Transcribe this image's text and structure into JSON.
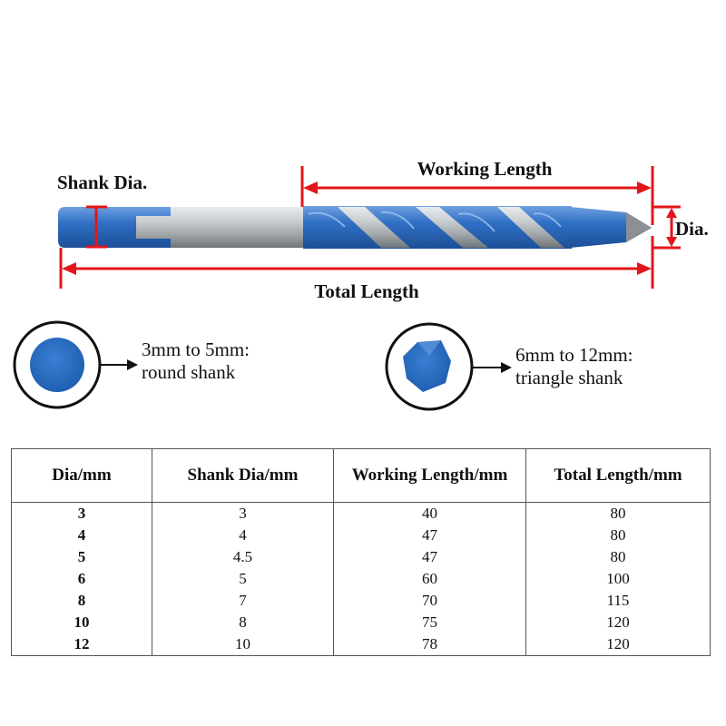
{
  "colors": {
    "dimension_lines": "#e3161b",
    "bit_blue": "#2f6fc4",
    "shank_silver": "#b9bdc0",
    "ring_outline": "#111111"
  },
  "drill": {
    "shank_dia_label": "Shank Dia.",
    "working_length_label": "Working Length",
    "dia_label": "Dia.",
    "total_length_label": "Total Length"
  },
  "shanks": {
    "round": {
      "line1": "3mm to 5mm:",
      "line2": "round shank"
    },
    "triangle": {
      "line1": "6mm to 12mm:",
      "line2": "triangle shank"
    }
  },
  "table": {
    "headers": [
      "Dia/mm",
      "Shank Dia/mm",
      "Working Length/mm",
      "Total Length/mm"
    ],
    "rows": [
      [
        "3",
        "3",
        "40",
        "80"
      ],
      [
        "4",
        "4",
        "47",
        "80"
      ],
      [
        "5",
        "4.5",
        "47",
        "80"
      ],
      [
        "6",
        "5",
        "60",
        "100"
      ],
      [
        "8",
        "7",
        "70",
        "115"
      ],
      [
        "10",
        "8",
        "75",
        "120"
      ],
      [
        "12",
        "10",
        "78",
        "120"
      ]
    ]
  }
}
